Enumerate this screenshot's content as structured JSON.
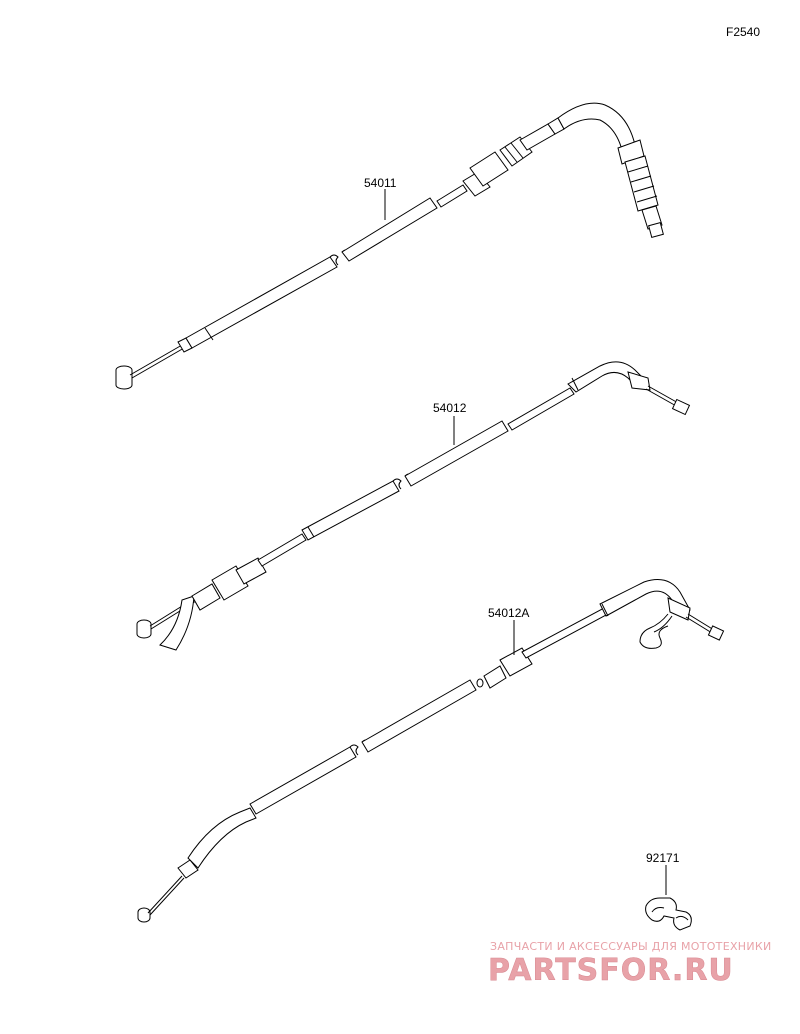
{
  "figure_code": "F2540",
  "parts": [
    {
      "ref": "54011"
    },
    {
      "ref": "54012"
    },
    {
      "ref": "54012A"
    },
    {
      "ref": "92171"
    }
  ],
  "watermark": {
    "tagline": "ЗАПЧАСТИ И АКСЕССУАРЫ ДЛЯ МОТОТЕХНИКИ",
    "logo_text": "PARTSFOR.RU",
    "color": "#e8a2a8"
  }
}
